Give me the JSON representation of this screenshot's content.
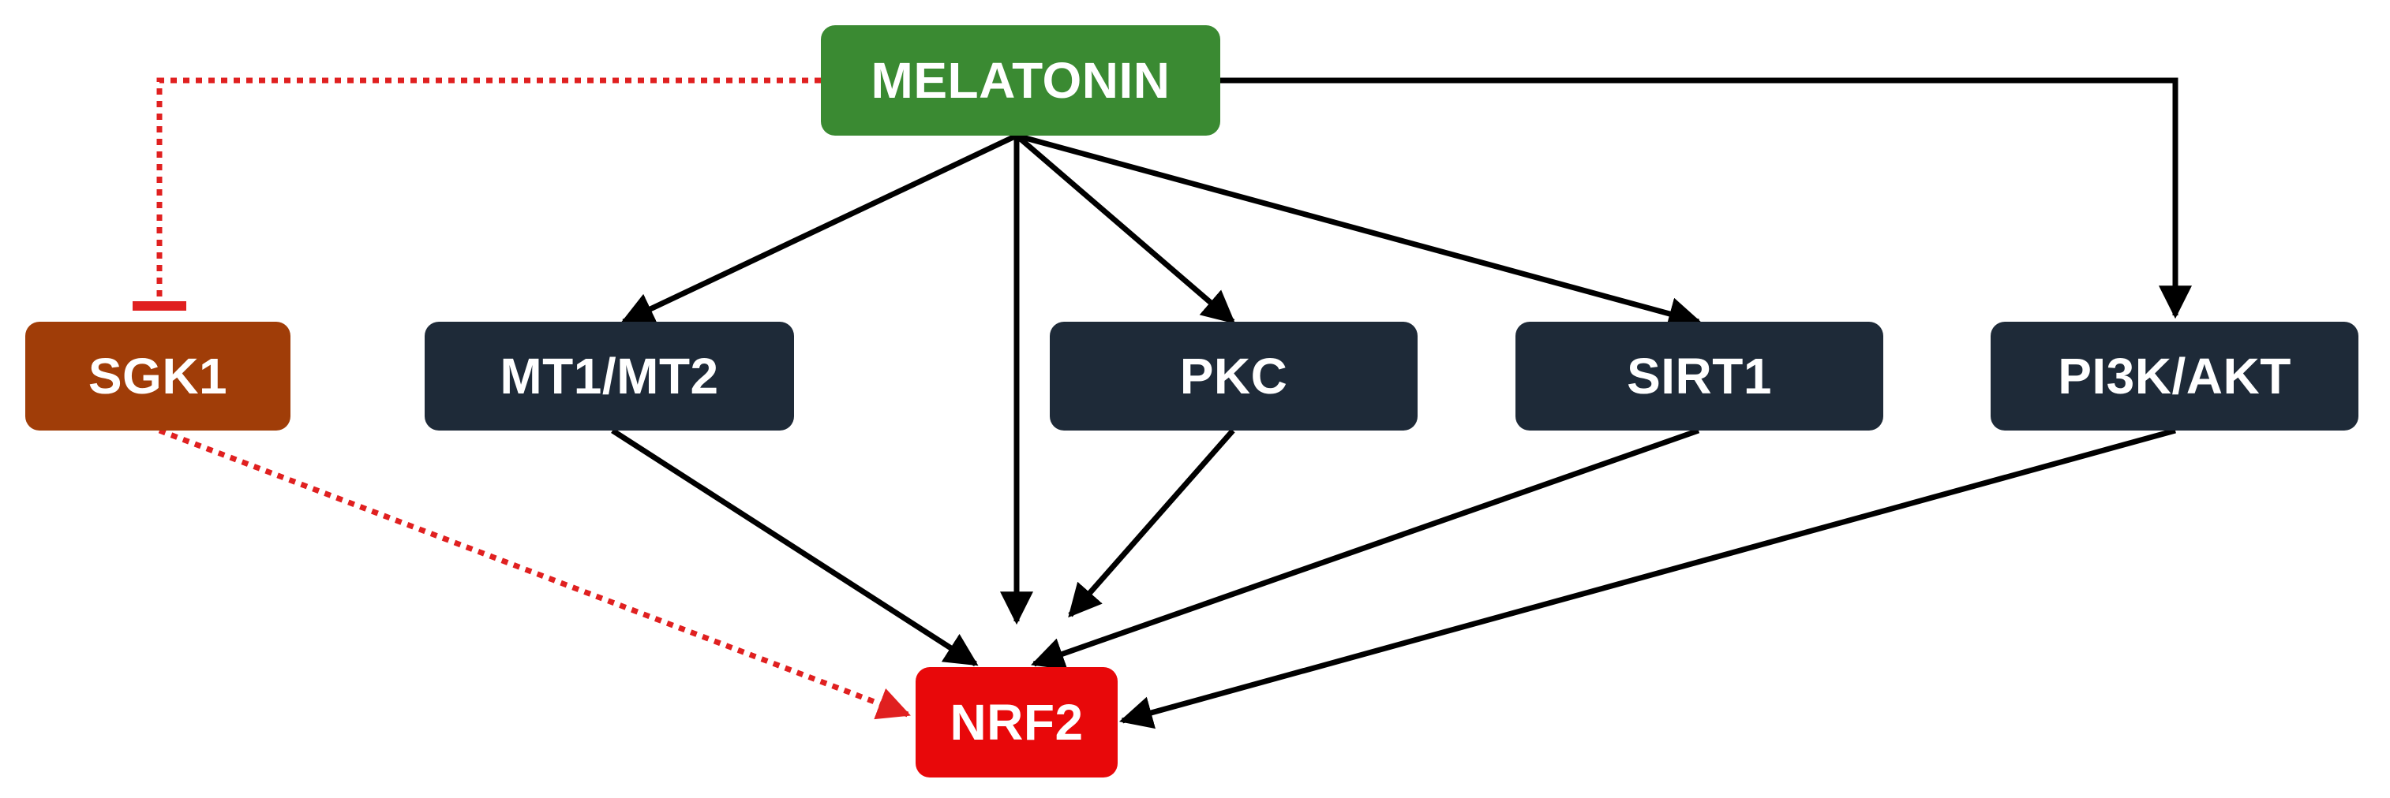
{
  "diagram": {
    "nodes": {
      "melatonin": {
        "label": "MELATONIN",
        "color": "#3a8a32"
      },
      "sgk1": {
        "label": "SGK1",
        "color": "#a03d08"
      },
      "mt": {
        "label": "MT1/MT2",
        "color": "#1e2a38"
      },
      "pkc": {
        "label": "PKC",
        "color": "#1e2a38"
      },
      "sirt1": {
        "label": "SIRT1",
        "color": "#1e2a38"
      },
      "pi3k": {
        "label": "PI3K/AKT",
        "color": "#1e2a38"
      },
      "nrf2": {
        "label": "NRF2",
        "color": "#e8080a"
      }
    },
    "edges": [
      {
        "from": "MELATONIN",
        "to": "SGK1",
        "type": "inhibition",
        "style": "dotted",
        "color": "#e02020"
      },
      {
        "from": "MELATONIN",
        "to": "MT1/MT2",
        "type": "activation",
        "style": "solid",
        "color": "#000000"
      },
      {
        "from": "MELATONIN",
        "to": "NRF2",
        "type": "activation",
        "style": "solid",
        "color": "#000000"
      },
      {
        "from": "MELATONIN",
        "to": "PKC",
        "type": "activation",
        "style": "solid",
        "color": "#000000"
      },
      {
        "from": "MELATONIN",
        "to": "SIRT1",
        "type": "activation",
        "style": "solid",
        "color": "#000000"
      },
      {
        "from": "MELATONIN",
        "to": "PI3K/AKT",
        "type": "activation",
        "style": "solid",
        "color": "#000000"
      },
      {
        "from": "SGK1",
        "to": "NRF2",
        "type": "activation",
        "style": "dotted",
        "color": "#e02020"
      },
      {
        "from": "MT1/MT2",
        "to": "NRF2",
        "type": "activation",
        "style": "solid",
        "color": "#000000"
      },
      {
        "from": "PKC",
        "to": "NRF2",
        "type": "activation",
        "style": "solid",
        "color": "#000000"
      },
      {
        "from": "SIRT1",
        "to": "NRF2",
        "type": "activation",
        "style": "solid",
        "color": "#000000"
      },
      {
        "from": "PI3K/AKT",
        "to": "NRF2",
        "type": "activation",
        "style": "solid",
        "color": "#000000"
      }
    ]
  }
}
